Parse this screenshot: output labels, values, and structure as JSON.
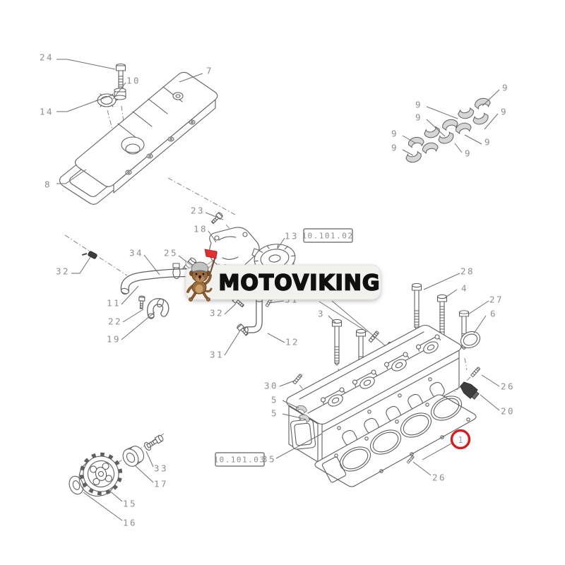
{
  "watermark": {
    "brand": "MOTOVIKING",
    "pill_color": "#f3f1ee",
    "text_color": "#101010",
    "logo": "viking-dog-mascot",
    "flag_color": "#e03030"
  },
  "diagram": {
    "line_color": "#5f5f5f",
    "highlight_color": "#d21e1e",
    "highlight": {
      "text": "1"
    },
    "ref_boxes": [
      {
        "text": "10.101.02"
      },
      {
        "text": "10.101.03"
      }
    ],
    "labels": [
      {
        "text": "24"
      },
      {
        "text": "14"
      },
      {
        "text": "10"
      },
      {
        "text": "7"
      },
      {
        "text": "8"
      },
      {
        "text": "9"
      },
      {
        "text": "9"
      },
      {
        "text": "9"
      },
      {
        "text": "9"
      },
      {
        "text": "9"
      },
      {
        "text": "9"
      },
      {
        "text": "9"
      },
      {
        "text": "9"
      },
      {
        "text": "23"
      },
      {
        "text": "18"
      },
      {
        "text": "13"
      },
      {
        "text": "34"
      },
      {
        "text": "25"
      },
      {
        "text": "32"
      },
      {
        "text": "11"
      },
      {
        "text": "22"
      },
      {
        "text": "19"
      },
      {
        "text": "32"
      },
      {
        "text": "31"
      },
      {
        "text": "12"
      },
      {
        "text": "31"
      },
      {
        "text": "3"
      },
      {
        "text": "28"
      },
      {
        "text": "4"
      },
      {
        "text": "27"
      },
      {
        "text": "6"
      },
      {
        "text": "26"
      },
      {
        "text": "20"
      },
      {
        "text": "30"
      },
      {
        "text": "5"
      },
      {
        "text": "5"
      },
      {
        "text": "35"
      },
      {
        "text": "26"
      },
      {
        "text": "33"
      },
      {
        "text": "17"
      },
      {
        "text": "15"
      },
      {
        "text": "16"
      }
    ]
  }
}
